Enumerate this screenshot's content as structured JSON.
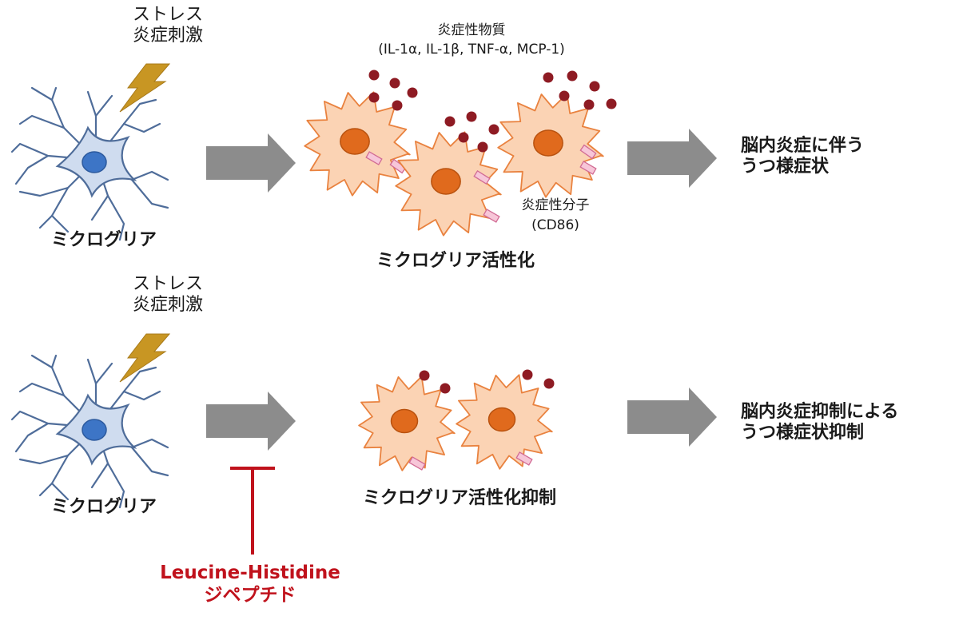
{
  "colors": {
    "background": "#ffffff",
    "microglia_body": "#cfdcef",
    "microglia_outline": "#4f6d9a",
    "microglia_nucleus": "#3d75c6",
    "activated_cell_fill": "#fbd3b4",
    "activated_cell_outline": "#e9823f",
    "activated_nucleus": "#e06a1d",
    "cytokine_dot": "#8e1b23",
    "cd86_receptor": "#f7c6d8",
    "arrow": "#8c8c8c",
    "lightning": "#c89623",
    "inhibitor_red": "#c0121c"
  },
  "top_row": {
    "stimulus": [
      "ストレス",
      "炎症刺激"
    ],
    "resting_label": "ミクログリア",
    "cytokines_title": "炎症性物質",
    "cytokines_list": "(IL-1α, IL-1β, TNF-α, MCP-1)",
    "molecule_title": "炎症性分子",
    "molecule_name": "(CD86)",
    "activated_label": "ミクログリア活性化",
    "outcome": [
      "脳内炎症に伴う",
      "うつ様症状"
    ]
  },
  "bottom_row": {
    "stimulus": [
      "ストレス",
      "炎症刺激"
    ],
    "resting_label": "ミクログリア",
    "activated_label": "ミクログリア活性化抑制",
    "outcome": [
      "脳内炎症抑制による",
      "うつ様症状抑制"
    ],
    "inhibitor": [
      "Leucine-Histidine",
      "ジペプチド"
    ]
  }
}
